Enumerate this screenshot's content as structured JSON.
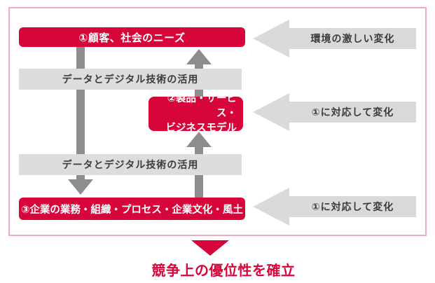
{
  "colors": {
    "accent_red": "#d7063a",
    "frame_pink": "#edaebf",
    "bar_gray": "#dcdddd",
    "side_arrow_gray": "#d9dadb",
    "flow_arrow_gray": "#8d8d8d",
    "dark_text": "#3e3a39"
  },
  "boxes": {
    "needs": "①顧客、社会のニーズ",
    "products_line1": "②製品・サービス・",
    "products_line2": "ビジネスモデル",
    "company": "③企業の業務・組織・プロセス・企業文化・風土"
  },
  "bars": {
    "data_tech": "データとデジタル技術の活用"
  },
  "side_arrows": [
    {
      "label": "環境の激しい変化"
    },
    {
      "label": "①に対応して変化"
    },
    {
      "label": "①に対応して変化"
    }
  ],
  "footer": {
    "label": "競争上の優位性を確立"
  }
}
